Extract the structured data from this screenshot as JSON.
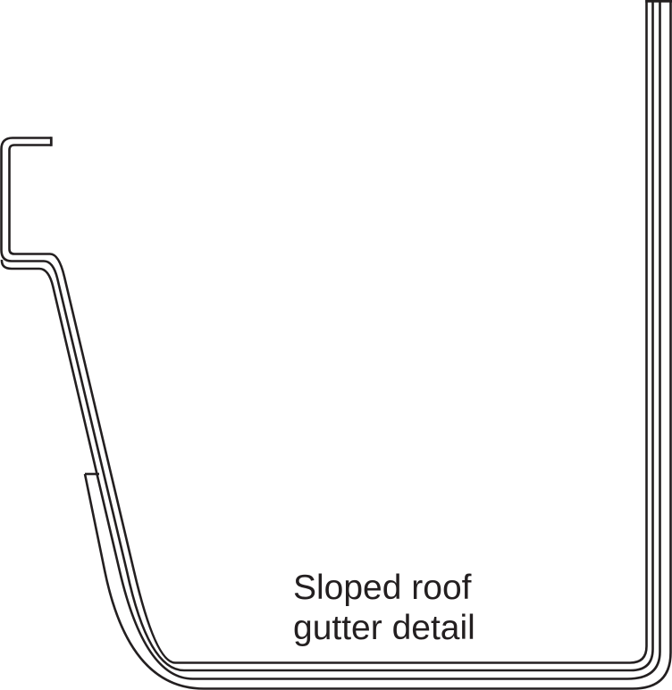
{
  "diagram": {
    "caption": {
      "line1": "Sloped roof",
      "line2": "gutter detail"
    },
    "colors": {
      "line": "#231f20",
      "background": "#ffffff"
    },
    "line_style": {
      "stroke_width_px": 2.6
    }
  }
}
